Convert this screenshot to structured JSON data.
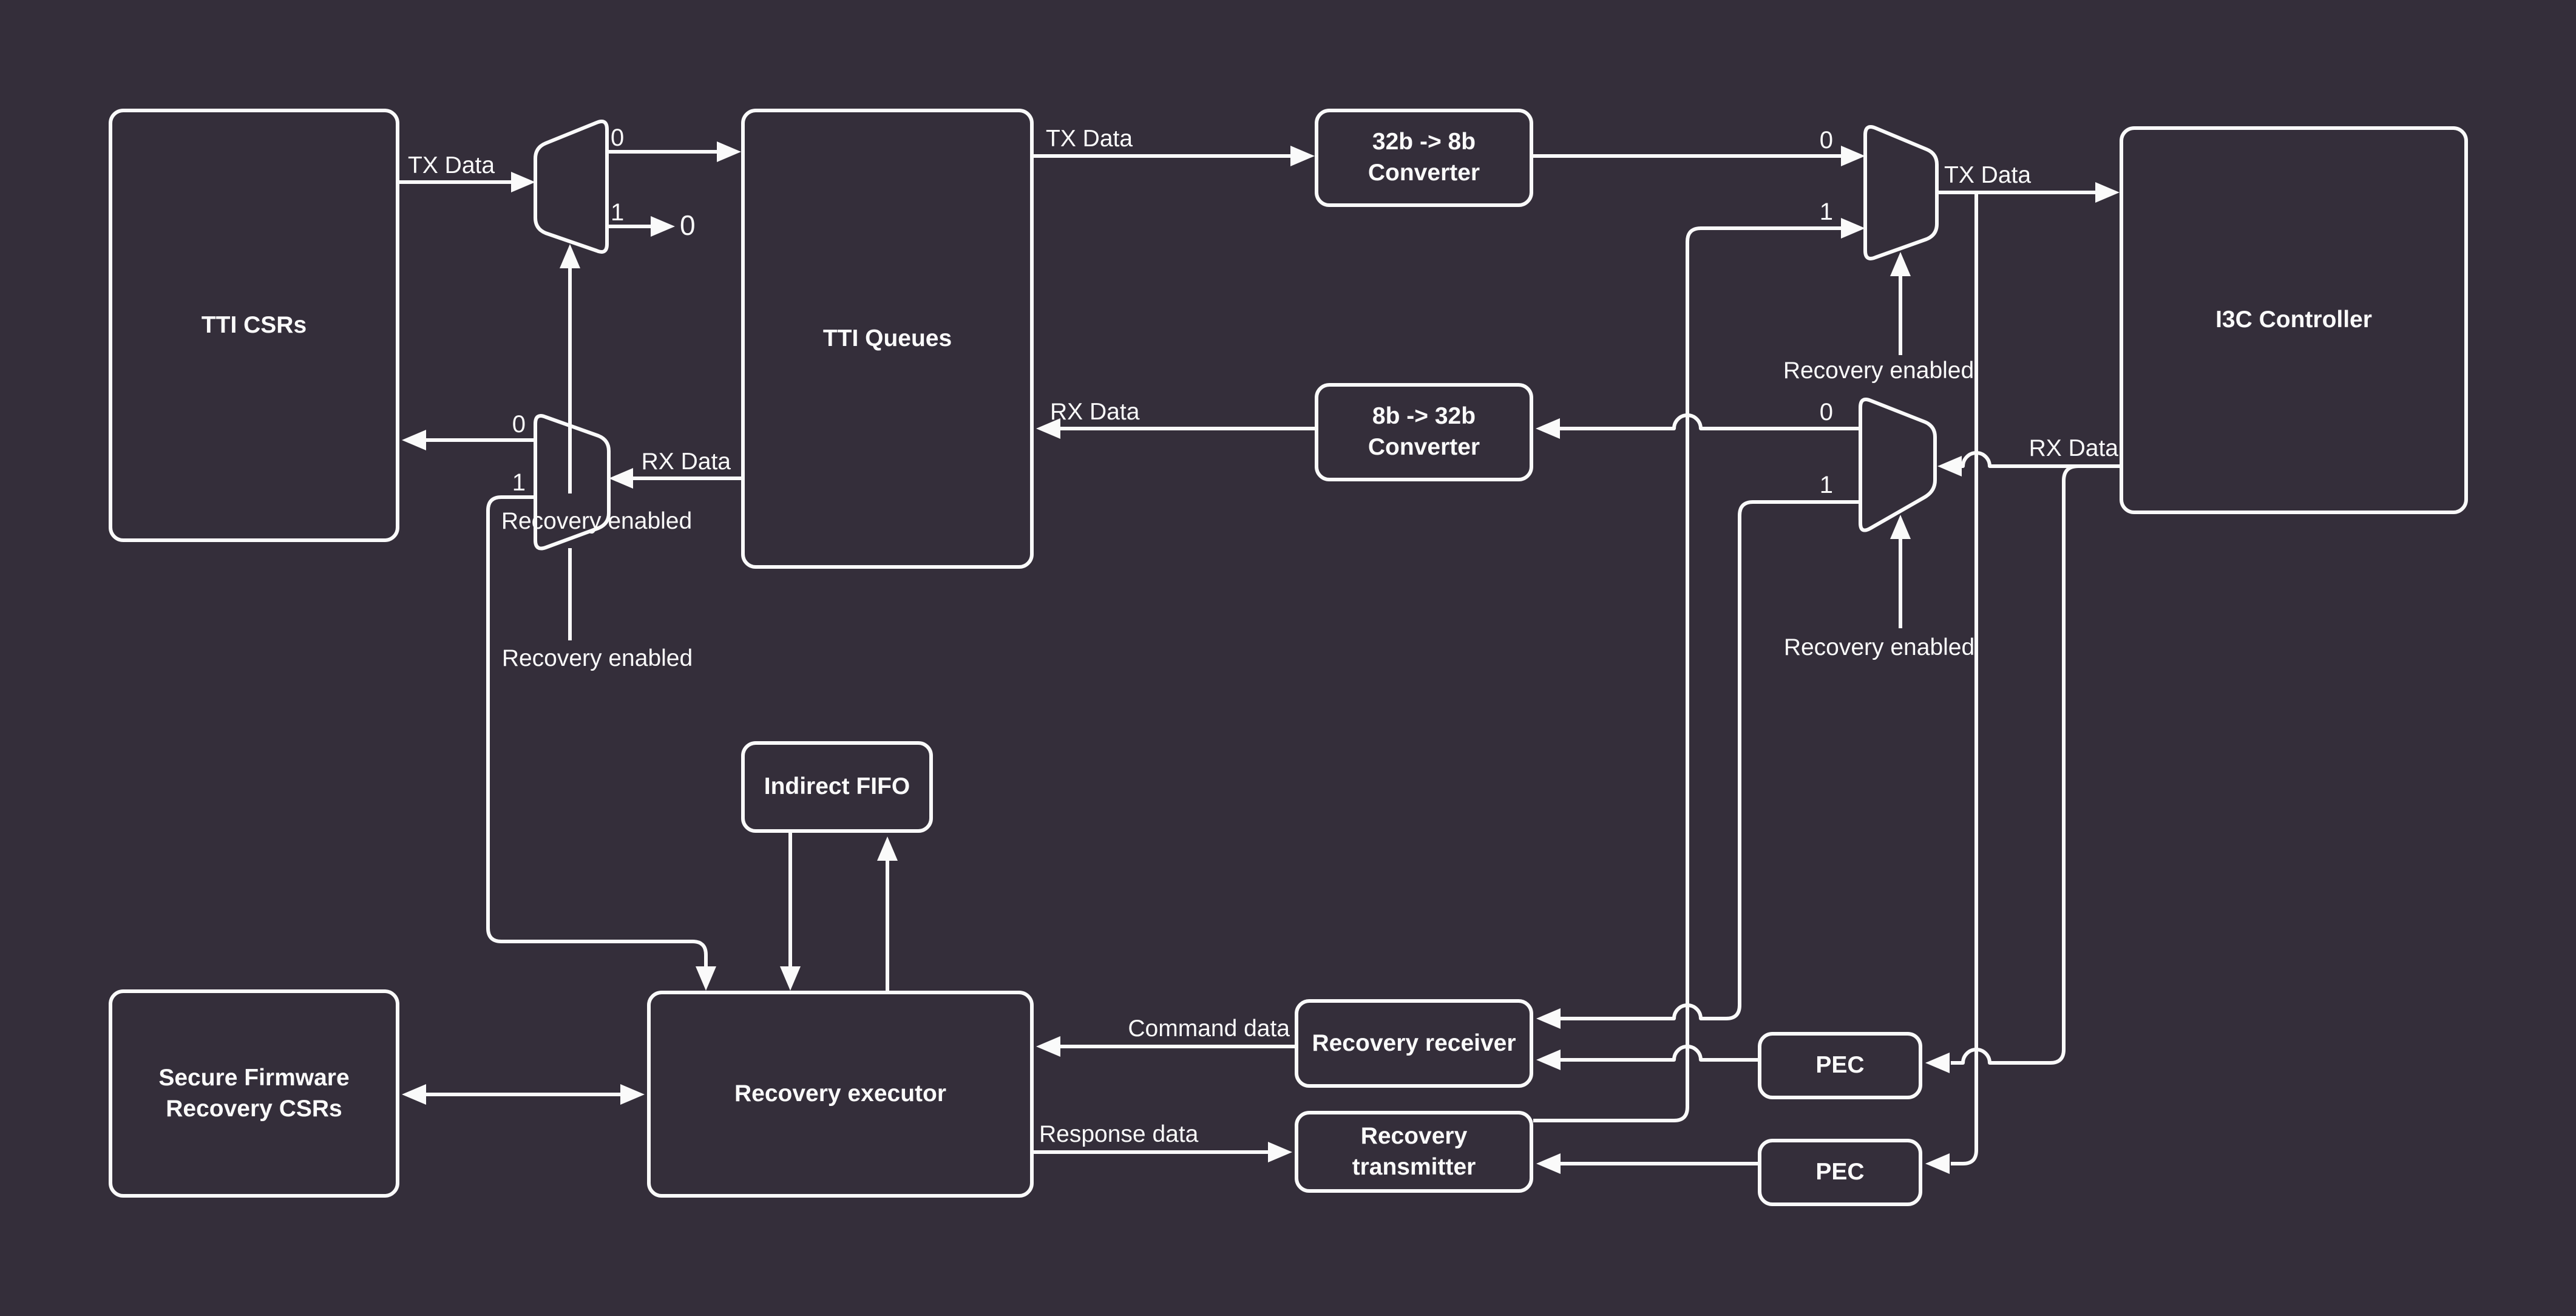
{
  "diagram": {
    "background_color": "#342E3A",
    "line_color": "#FAFAFA",
    "nodes": {
      "tti_csrs": {
        "label": "TTI CSRs"
      },
      "tti_queues": {
        "label": "TTI Queues"
      },
      "converter_32_8": {
        "label": "32b -> 8b Converter"
      },
      "converter_8_32": {
        "label": "8b -> 32b Converter"
      },
      "i3c_controller": {
        "label": "I3C Controller"
      },
      "indirect_fifo": {
        "label": "Indirect FIFO"
      },
      "secure_firmware_recovery_csrs": {
        "label": "Secure Firmware Recovery CSRs"
      },
      "recovery_executor": {
        "label": "Recovery executor"
      },
      "recovery_receiver": {
        "label": "Recovery receiver"
      },
      "recovery_transmitter": {
        "label": "Recovery transmitter"
      },
      "pec_top": {
        "label": "PEC"
      },
      "pec_bottom": {
        "label": "PEC"
      }
    },
    "labels": {
      "tx_data": "TX Data",
      "rx_data": "RX Data",
      "recovery_enabled": "Recovery enabled",
      "command_data": "Command data",
      "response_data": "Response data",
      "port_zero": "0",
      "port_one": "1",
      "const_zero": "0"
    }
  }
}
